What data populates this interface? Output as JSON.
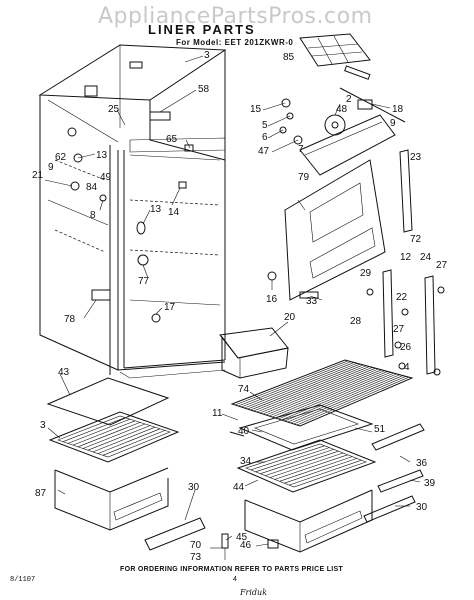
{
  "header": {
    "watermark": "AppliancePartsPros.com",
    "title": "LINER PARTS",
    "model": "For Model: EET 201ZKWR-0"
  },
  "footer": {
    "ordering_note": "FOR ORDERING INFORMATION REFER TO PARTS PRICE LIST",
    "page_number": "4",
    "date_code": "8/1107",
    "signature": "Friduk"
  },
  "callouts": [
    "3",
    "85",
    "58",
    "25",
    "15",
    "5",
    "6",
    "47",
    "2",
    "48",
    "9",
    "18",
    "65",
    "13",
    "62",
    "9",
    "84",
    "49",
    "21",
    "8",
    "13",
    "14",
    "7",
    "23",
    "79",
    "12",
    "24",
    "27",
    "72",
    "29",
    "22",
    "27",
    "26",
    "4",
    "77",
    "16",
    "33",
    "78",
    "17",
    "20",
    "28",
    "43",
    "74",
    "11",
    "40",
    "51",
    "3",
    "34",
    "36",
    "87",
    "30",
    "44",
    "39",
    "45",
    "46",
    "70",
    "30",
    "73"
  ]
}
